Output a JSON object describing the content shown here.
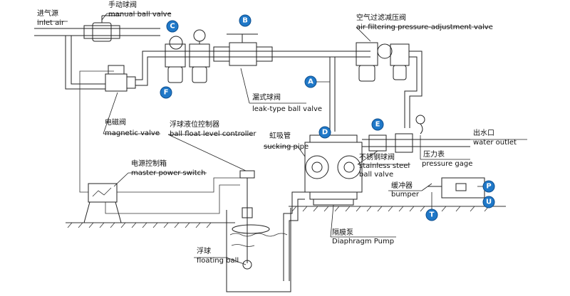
{
  "labels": {
    "inlet_cn": "进气源",
    "inlet_en": "inlet air",
    "manual_cn": "手动球阀",
    "manual_en": "manual ball valve",
    "filter_cn": "空气过滤减压阀",
    "filter_en": "air filtering pressure-adjustment valve",
    "leak_cn": "漏式球阀",
    "leak_en": "leak-type ball valve",
    "magnetic_cn": "电磁阀",
    "magnetic_en": "magnetic valve",
    "float_ctrl_cn": "浮球液位控制器",
    "float_ctrl_en": "ball float level controller",
    "sucking_cn": "虹吸管",
    "sucking_en": "sucking pipe",
    "stainless_cn": "不锈钢球阀",
    "stainless_en1": "stainless steel",
    "stainless_en2": "ball valve",
    "water_out_cn": "出水口",
    "water_out_en": "water outlet",
    "gage_cn": "压力表",
    "gage_en": "pressure gage",
    "power_cn": "电源控制箱",
    "power_en": "master power switch",
    "bumper_cn": "缓冲器",
    "bumper_en": "bumper",
    "diaphragm_cn": "隔膜泵",
    "diaphragm_en": "Diaphragm Pump",
    "floating_cn": "浮球",
    "floating_en": "floating ball"
  },
  "badges": {
    "A": "A",
    "B": "B",
    "C": "C",
    "D": "D",
    "E": "E",
    "F": "F",
    "P": "P",
    "T": "T",
    "U": "U"
  },
  "colors": {
    "badge_fill": "#1f78c8",
    "line": "#222222"
  }
}
